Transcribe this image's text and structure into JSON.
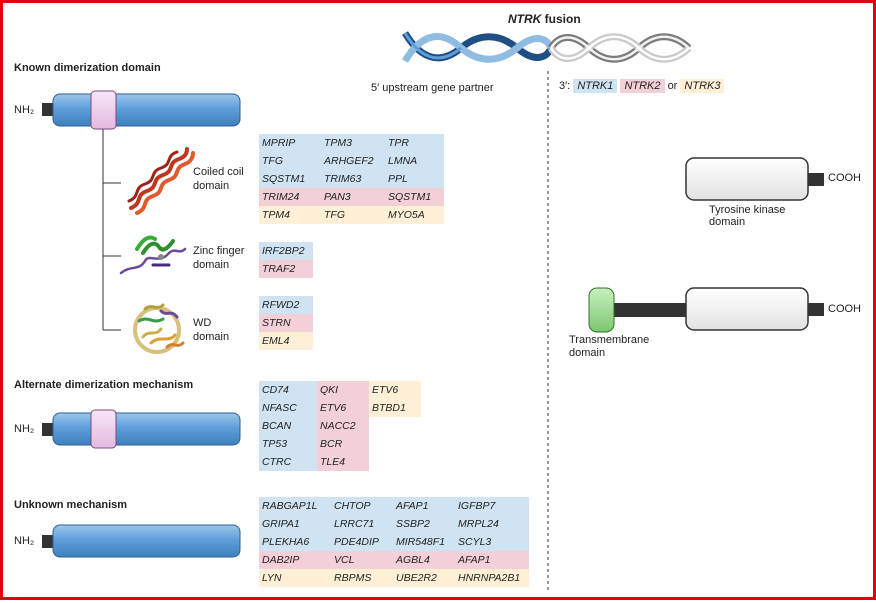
{
  "header": {
    "title_gene": "NTRK",
    "title_rest": " fusion",
    "upstream_label": "5′ upstream gene partner",
    "downstream_prefix": "3′:",
    "ntrk1": "NTRK1",
    "ntrk2": "NTRK2",
    "or_word": "or",
    "ntrk3": "NTRK3"
  },
  "sections": {
    "known": {
      "title": "Known dimerization domain",
      "nh2": "NH₂",
      "coiled_coil": {
        "label_line1": "Coiled coil",
        "label_line2": "domain",
        "rows": [
          [
            {
              "text": "MPRIP",
              "color": "blue"
            },
            {
              "text": "TPM3",
              "color": "blue"
            },
            {
              "text": "TPR",
              "color": "blue"
            }
          ],
          [
            {
              "text": "TFG",
              "color": "blue"
            },
            {
              "text": "ARHGEF2",
              "color": "blue"
            },
            {
              "text": "LMNA",
              "color": "blue"
            }
          ],
          [
            {
              "text": "SQSTM1",
              "color": "blue"
            },
            {
              "text": "TRIM63",
              "color": "blue"
            },
            {
              "text": "PPL",
              "color": "blue"
            }
          ],
          [
            {
              "text": "TRIM24",
              "color": "pink"
            },
            {
              "text": "PAN3",
              "color": "pink"
            },
            {
              "text": "SQSTM1",
              "color": "pink"
            }
          ],
          [
            {
              "text": "TPM4",
              "color": "yellow"
            },
            {
              "text": "TFG",
              "color": "yellow"
            },
            {
              "text": "MYO5A",
              "color": "yellow"
            }
          ]
        ]
      },
      "zinc_finger": {
        "label_line1": "Zinc finger",
        "label_line2": "domain",
        "rows": [
          [
            {
              "text": "IRF2BP2",
              "color": "blue"
            }
          ],
          [
            {
              "text": "TRAF2",
              "color": "pink"
            }
          ]
        ]
      },
      "wd": {
        "label_line1": "WD",
        "label_line2": "domain",
        "rows": [
          [
            {
              "text": "RFWD2",
              "color": "blue"
            }
          ],
          [
            {
              "text": "STRN",
              "color": "pink"
            }
          ],
          [
            {
              "text": "EML4",
              "color": "yellow"
            }
          ]
        ]
      }
    },
    "alternate": {
      "title": "Alternate dimerization mechanism",
      "nh2": "NH₂",
      "rows": [
        [
          {
            "text": "CD74",
            "color": "blue"
          },
          {
            "text": "QKI",
            "color": "pink"
          },
          {
            "text": "ETV6",
            "color": "yellow"
          }
        ],
        [
          {
            "text": "NFASC",
            "color": "blue"
          },
          {
            "text": "ETV6",
            "color": "pink"
          },
          {
            "text": "BTBD1",
            "color": "yellow"
          }
        ],
        [
          {
            "text": "BCAN",
            "color": "blue"
          },
          {
            "text": "NACC2",
            "color": "pink"
          },
          {
            "text": "",
            "color": "none"
          }
        ],
        [
          {
            "text": "TP53",
            "color": "blue"
          },
          {
            "text": "BCR",
            "color": "pink"
          },
          {
            "text": "",
            "color": "none"
          }
        ],
        [
          {
            "text": "CTRC",
            "color": "blue"
          },
          {
            "text": "TLE4",
            "color": "pink"
          },
          {
            "text": "",
            "color": "none"
          }
        ]
      ]
    },
    "unknown": {
      "title": "Unknown mechanism",
      "nh2": "NH₂",
      "rows": [
        [
          {
            "text": "RABGAP1L",
            "color": "blue"
          },
          {
            "text": "CHTOP",
            "color": "blue"
          },
          {
            "text": "AFAP1",
            "color": "blue"
          },
          {
            "text": "IGFBP7",
            "color": "blue"
          }
        ],
        [
          {
            "text": "GRIPA1",
            "color": "blue"
          },
          {
            "text": "LRRC71",
            "color": "blue"
          },
          {
            "text": "SSBP2",
            "color": "blue"
          },
          {
            "text": "MRPL24",
            "color": "blue"
          }
        ],
        [
          {
            "text": "PLEKHA6",
            "color": "blue"
          },
          {
            "text": "PDE4DIP",
            "color": "blue"
          },
          {
            "text": "MIR548F1",
            "color": "blue"
          },
          {
            "text": "SCYL3",
            "color": "blue"
          }
        ],
        [
          {
            "text": "DAB2IP",
            "color": "pink"
          },
          {
            "text": "VCL",
            "color": "pink"
          },
          {
            "text": "AGBL4",
            "color": "pink"
          },
          {
            "text": "AFAP1",
            "color": "pink"
          }
        ],
        [
          {
            "text": "LYN",
            "color": "yellow"
          },
          {
            "text": "RBPMS",
            "color": "yellow"
          },
          {
            "text": "UBE2R2",
            "color": "yellow"
          },
          {
            "text": "HNRNPA2B1",
            "color": "yellow"
          }
        ]
      ]
    }
  },
  "right": {
    "cooh_top": "COOH",
    "kinase_label_line1": "Tyrosine kinase",
    "kinase_label_line2": "domain",
    "cooh_bottom": "COOH",
    "tm_label_line1": "Transmembrane",
    "tm_label_line2": "domain"
  },
  "colors": {
    "border": "#e3000f",
    "protein_blue": "#5b9bd5",
    "dimer_pink": "#f0d6ee",
    "ntrk1_blue": "#cfe3f2",
    "ntrk2_pink": "#f3d0d8",
    "ntrk3_yellow": "#fdf0d6",
    "tm_green": "#9ad98f"
  }
}
